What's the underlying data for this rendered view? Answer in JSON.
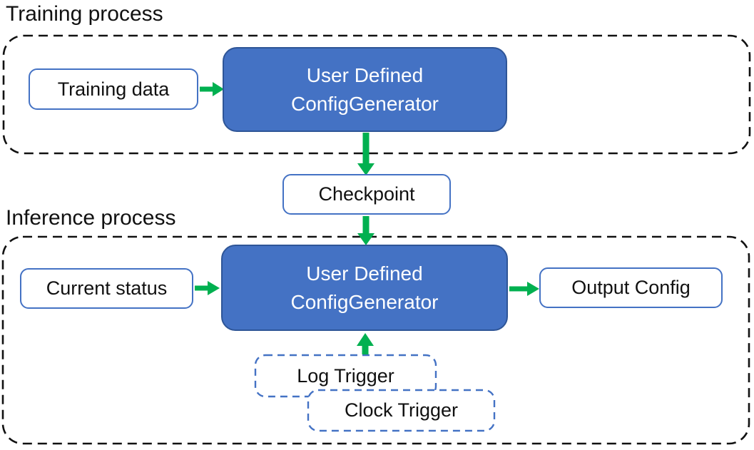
{
  "sections": {
    "training": {
      "label": "Training process"
    },
    "inference": {
      "label": "Inference process"
    }
  },
  "nodes": {
    "training_data": {
      "label": "Training data"
    },
    "generator_training": {
      "line1": "User Defined",
      "line2": "ConfigGenerator"
    },
    "checkpoint": {
      "label": "Checkpoint"
    },
    "current_status": {
      "label": "Current status"
    },
    "generator_inference": {
      "line1": "User Defined",
      "line2": "ConfigGenerator"
    },
    "output_config": {
      "label": "Output Config"
    },
    "log_trigger": {
      "label": "Log Trigger"
    },
    "clock_trigger": {
      "label": "Clock Trigger"
    }
  },
  "colors": {
    "generator_fill": "#4472C4",
    "generator_border": "#2E5597",
    "white_box_border": "#4472C4",
    "trigger_dashed_border": "#4472C4",
    "region_dashed_border": "#111111",
    "arrow_green": "#00B050",
    "text_dark": "#111111",
    "text_light": "#FFFFFF"
  }
}
